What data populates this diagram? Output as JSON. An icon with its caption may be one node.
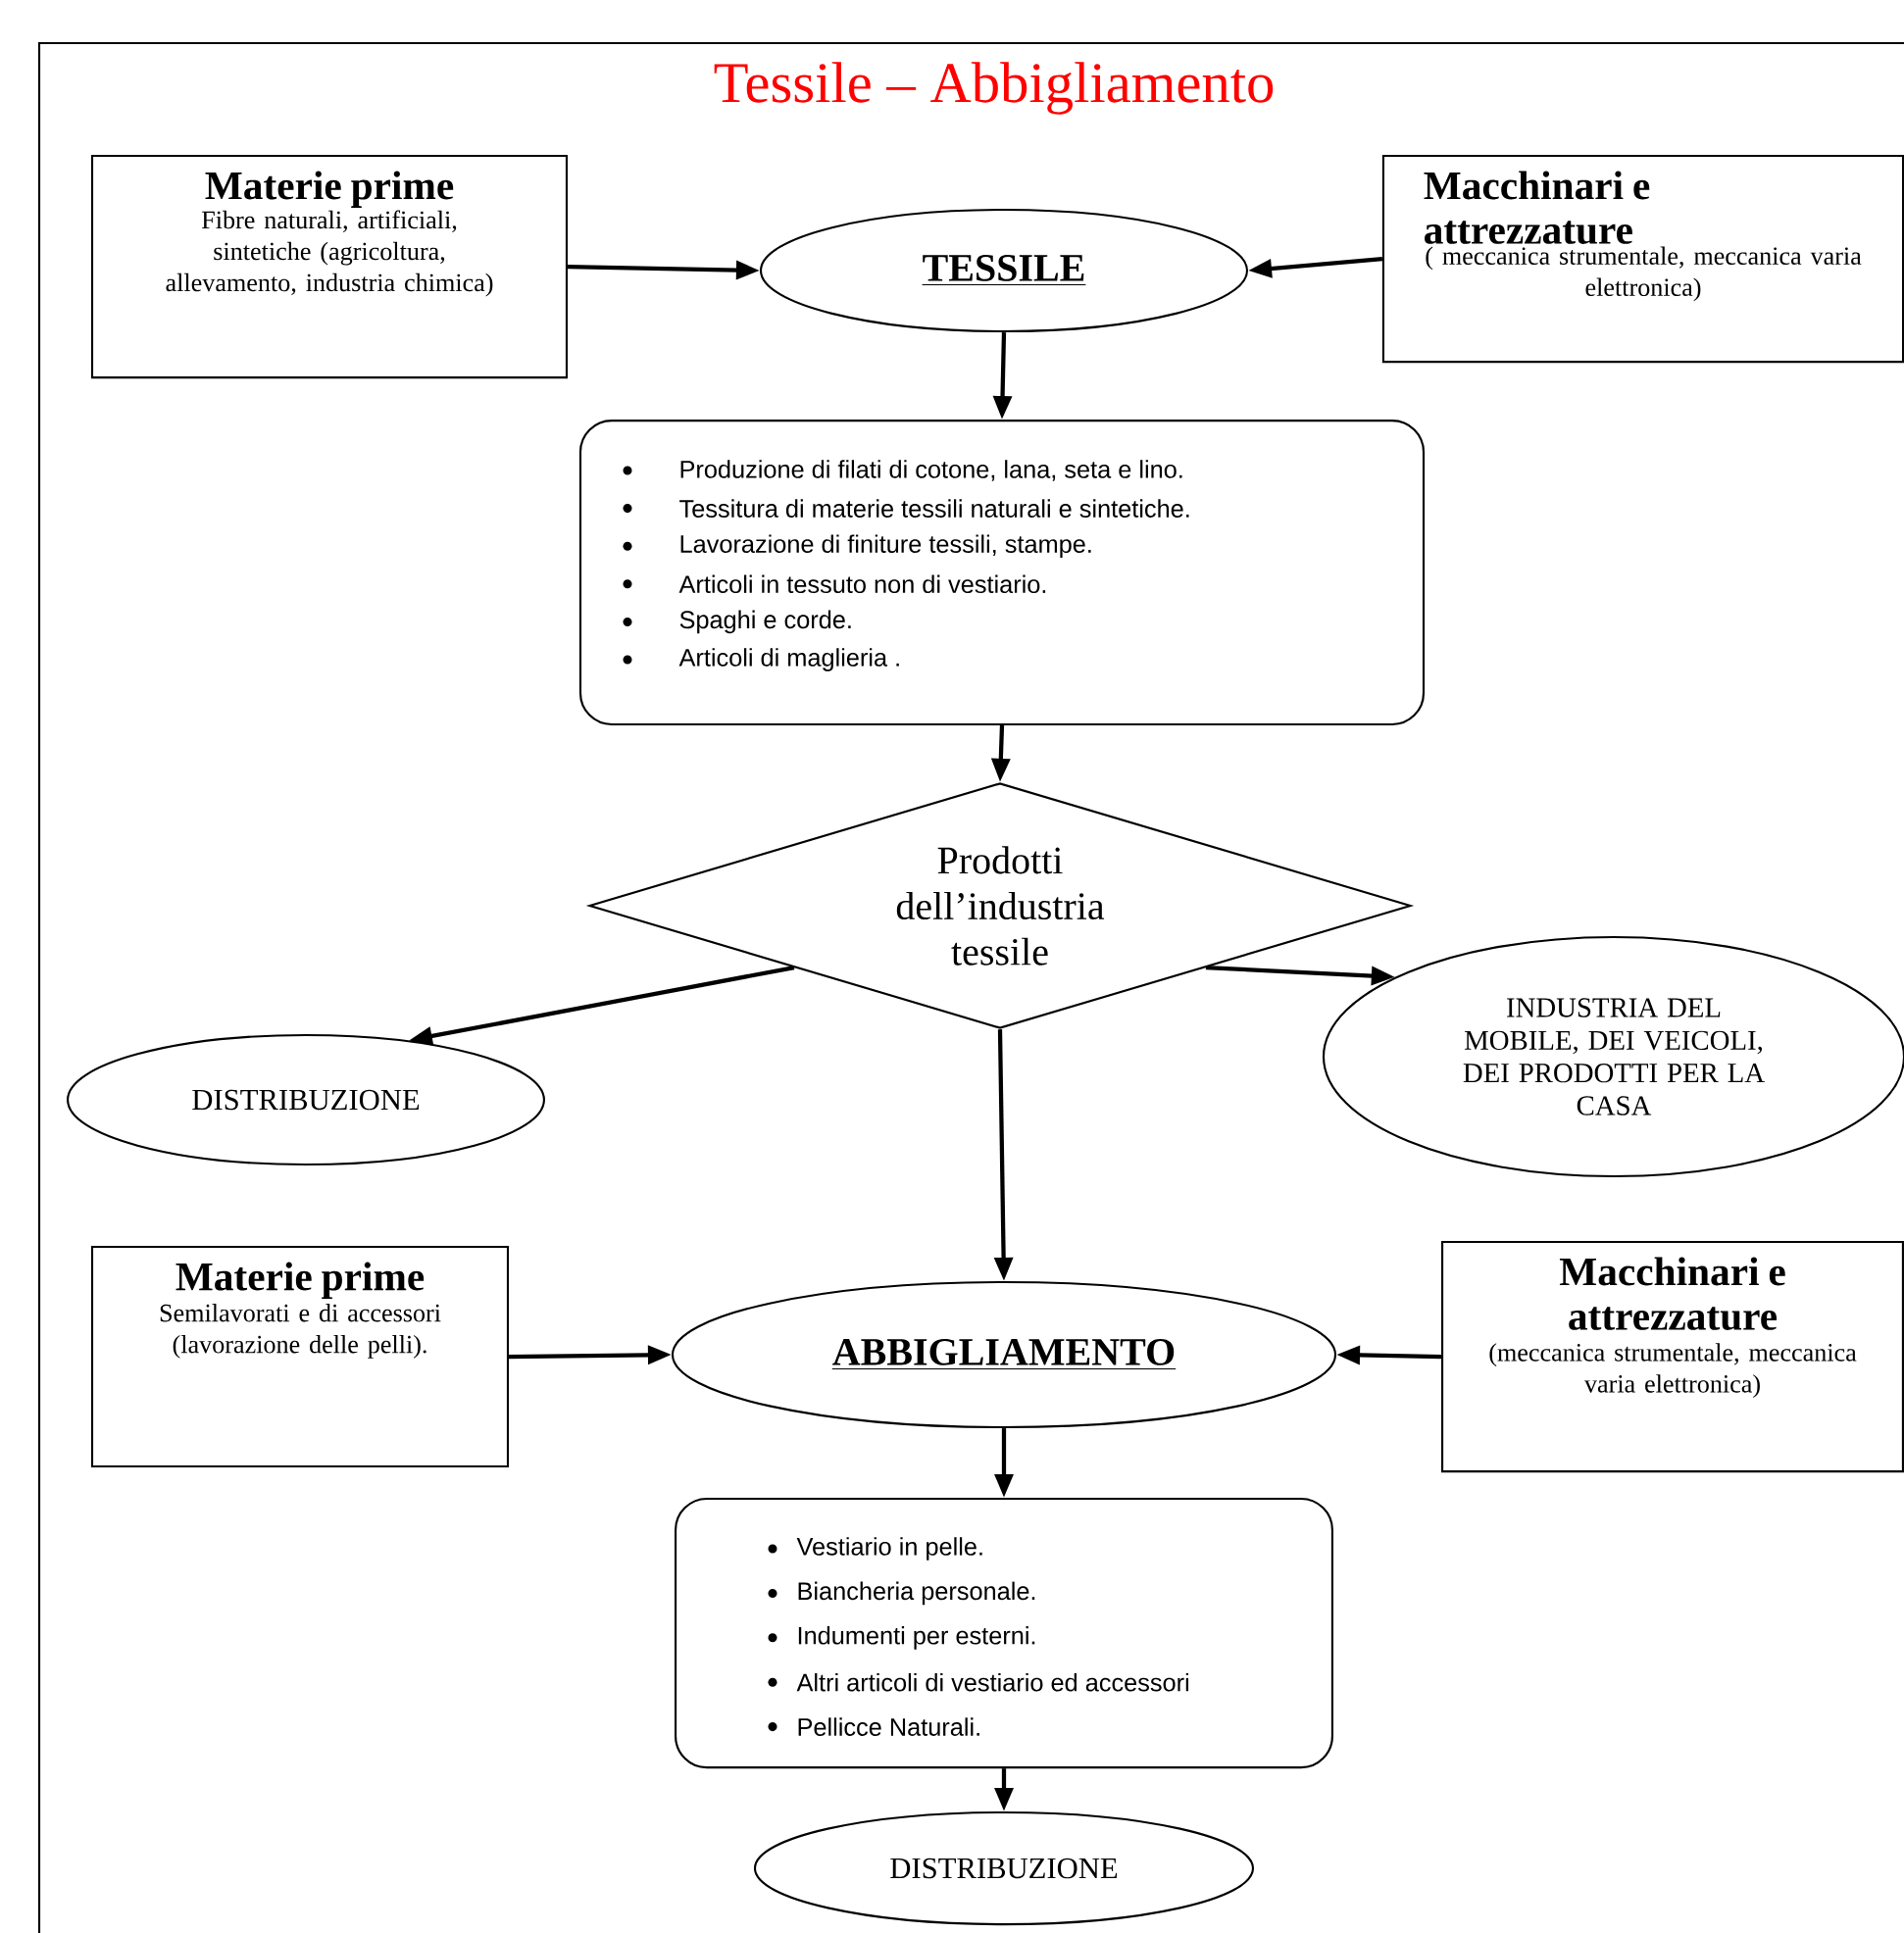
{
  "diagram": {
    "title": "Tessile – Abbigliamento",
    "nodes": [
      {
        "text": [
          "Materie prime",
          "Fibre naturali, artificiali, sintetiche (agricoltura, allevamento, industria chimica)"
        ]
      },
      {
        "text": [
          "TESSILE"
        ]
      },
      {
        "text": [
          "Macchinari e attrezzature",
          "( meccanica strumentale, meccanica varia elettronica)"
        ]
      },
      {
        "text": [
          "Produzione di filati di cotone, lana, seta e lino.",
          "Tessitura di materie tessili naturali e sintetiche.",
          "Lavorazione di finiture tessili, stampe.",
          "Articoli in tessuto non di vestiario.",
          "Spaghi e corde.",
          "Articoli di maglieria ."
        ]
      },
      {
        "text": [
          "Prodotti dell’industria tessile"
        ]
      },
      {
        "text": [
          "DISTRIBUZIONE"
        ]
      },
      {
        "text": [
          "INDUSTRIA DEL MOBILE, DEI VEICOLI, DEI PRODOTTI PER LA CASA"
        ]
      },
      {
        "text": [
          "Materie prime",
          "Semilavorati e di accessori (lavorazione delle pelli)."
        ]
      },
      {
        "text": [
          "ABBIGLIAMENTO"
        ]
      },
      {
        "text": [
          "Macchinari e attrezzature",
          "(meccanica strumentale, meccanica varia elettronica)"
        ]
      },
      {
        "text": [
          "Vestiario in pelle.",
          "Biancheria personale.",
          "Indumenti per esterni.",
          "Altri articoli di vestiario ed accessori",
          "Pellicce Naturali."
        ]
      },
      {
        "text": [
          "DISTRIBUZIONE"
        ]
      }
    ],
    "edges": [
      {
        "from": 0,
        "to": 1,
        "arrow": "to"
      },
      {
        "from": 2,
        "to": 1,
        "arrow": "to"
      },
      {
        "from": 1,
        "to": 3,
        "arrow": "to"
      },
      {
        "from": 3,
        "to": 4,
        "arrow": "to"
      },
      {
        "from": 4,
        "to": 5,
        "arrow": "to"
      },
      {
        "from": 4,
        "to": 6,
        "arrow": "to"
      },
      {
        "from": 4,
        "to": 8,
        "arrow": "to"
      },
      {
        "from": 7,
        "to": 8,
        "arrow": "to"
      },
      {
        "from": 9,
        "to": 8,
        "arrow": "to"
      },
      {
        "from": 8,
        "to": 10,
        "arrow": "to"
      },
      {
        "from": 10,
        "to": 11,
        "arrow": "to"
      }
    ]
  }
}
